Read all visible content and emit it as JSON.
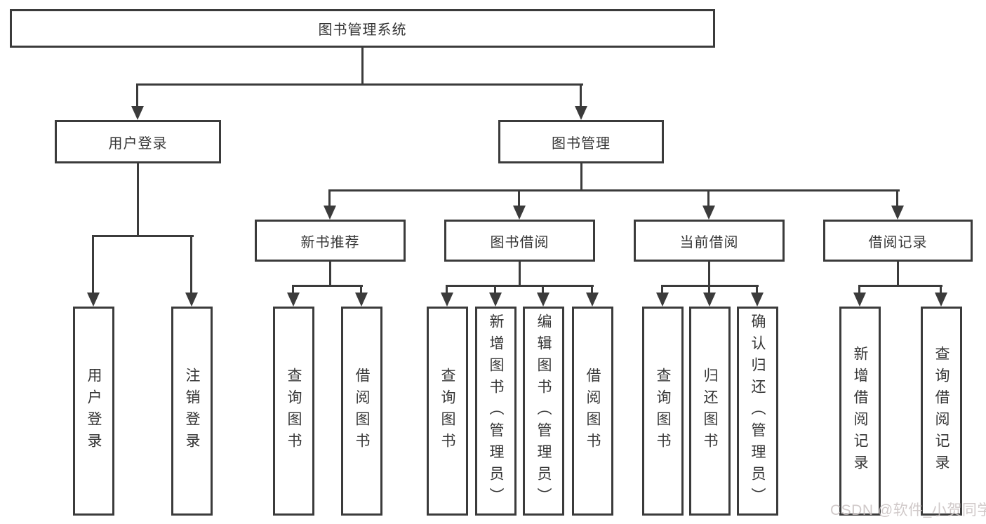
{
  "diagram": {
    "type": "hierarchy-tree",
    "root": {
      "label": "图书管理系统"
    },
    "branches": [
      {
        "label": "用户登录"
      },
      {
        "label": "图书管理"
      }
    ],
    "modules": [
      {
        "label": "新书推荐"
      },
      {
        "label": "图书借阅"
      },
      {
        "label": "当前借阅"
      },
      {
        "label": "借阅记录"
      }
    ],
    "leaves": {
      "user": [
        {
          "label": "用户登录"
        },
        {
          "label": "注销登录"
        }
      ],
      "newbook": [
        {
          "label": "查询图书"
        },
        {
          "label": "借阅图书"
        }
      ],
      "borrow": [
        {
          "label": "查询图书"
        },
        {
          "label": "新增图书（管理员）"
        },
        {
          "label": "编辑图书（管理员）"
        },
        {
          "label": "借阅图书"
        }
      ],
      "current": [
        {
          "label": "查询图书"
        },
        {
          "label": "归还图书"
        },
        {
          "label": "确认归还（管理员）"
        }
      ],
      "record": [
        {
          "label": "新增借阅记录"
        },
        {
          "label": "查询借阅记录"
        }
      ]
    },
    "watermark": "CSDN @软件_小贺同学",
    "colors": {
      "line": "#3b3b3b",
      "text": "#363636",
      "watermark": "#c8c0c0",
      "background": "#ffffff"
    }
  }
}
